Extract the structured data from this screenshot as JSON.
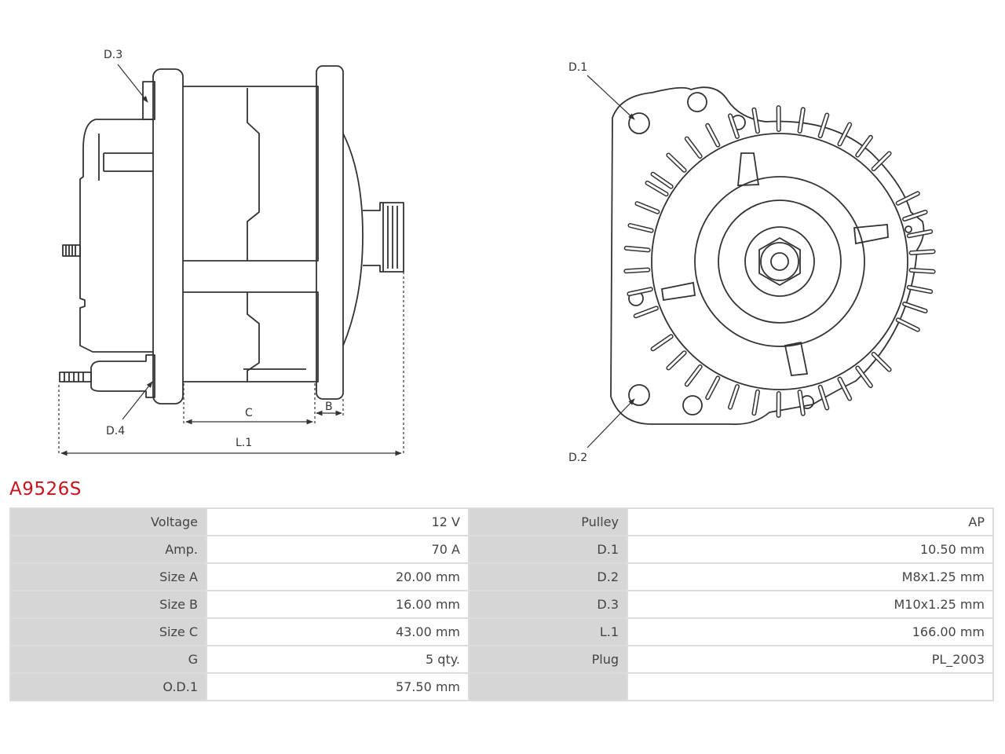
{
  "part_number": "A9526S",
  "drawing": {
    "side_view_labels": {
      "d3": "D.3",
      "d4": "D.4",
      "c": "C",
      "b": "B",
      "l1": "L.1"
    },
    "front_view_labels": {
      "d1": "D.1",
      "d2": "D.2"
    }
  },
  "specs": [
    {
      "label_left": "Voltage",
      "value_left": "12 V",
      "label_right": "Pulley",
      "value_right": "AP"
    },
    {
      "label_left": "Amp.",
      "value_left": "70 A",
      "label_right": "D.1",
      "value_right": "10.50 mm"
    },
    {
      "label_left": "Size A",
      "value_left": "20.00 mm",
      "label_right": "D.2",
      "value_right": "M8x1.25 mm"
    },
    {
      "label_left": "Size B",
      "value_left": "16.00 mm",
      "label_right": "D.3",
      "value_right": "M10x1.25 mm"
    },
    {
      "label_left": "Size C",
      "value_left": "43.00 mm",
      "label_right": "L.1",
      "value_right": "166.00 mm"
    },
    {
      "label_left": "G",
      "value_left": "5 qty.",
      "label_right": "Plug",
      "value_right": "PL_2003"
    },
    {
      "label_left": "O.D.1",
      "value_left": "57.50 mm",
      "label_right": "",
      "value_right": ""
    }
  ]
}
